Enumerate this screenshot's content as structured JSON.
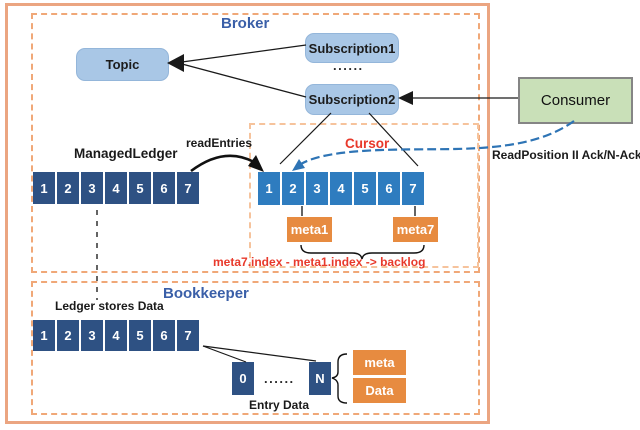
{
  "colors": {
    "outer_border": "#eba581",
    "section_dash": "#f0a878",
    "cursor_dash": "#f6c39c",
    "navy_cell": "#2e5183",
    "blue_cell": "#2e7cbf",
    "orange_box": "#e78b40",
    "topic_blue": "#a9c7e6",
    "consumer_green": "#c9e0b8",
    "title_blue": "#3a5fa8",
    "red": "#e8392b",
    "arrow_blue": "#2e74b5"
  },
  "broker": {
    "title": "Broker",
    "topic_label": "Topic",
    "subscription1_label": "Subscription1",
    "subscription2_label": "Subscription2",
    "dots": "......",
    "managed_ledger_label": "ManagedLedger",
    "read_entries_label": "readEntries",
    "managed_ledger_cells": [
      "1",
      "2",
      "3",
      "4",
      "5",
      "6",
      "7"
    ],
    "cursor": {
      "title": "Cursor",
      "cells": [
        "1",
        "2",
        "3",
        "4",
        "5",
        "6",
        "7"
      ],
      "meta1_label": "meta1",
      "meta7_label": "meta7",
      "backlog_formula": "meta7.index - meta1.index -> backlog"
    }
  },
  "consumer": {
    "label": "Consumer",
    "edge_label": "ReadPosition II Ack/N-Ack"
  },
  "bookkeeper": {
    "title": "Bookkeeper",
    "ledger_label": "Ledger stores Data",
    "ledger_cells": [
      "1",
      "2",
      "3",
      "4",
      "5",
      "6",
      "7"
    ],
    "entry_first": "0",
    "entry_dots": "......",
    "entry_last": "N",
    "entry_label": "Entry Data",
    "meta_label": "meta",
    "data_label": "Data"
  }
}
